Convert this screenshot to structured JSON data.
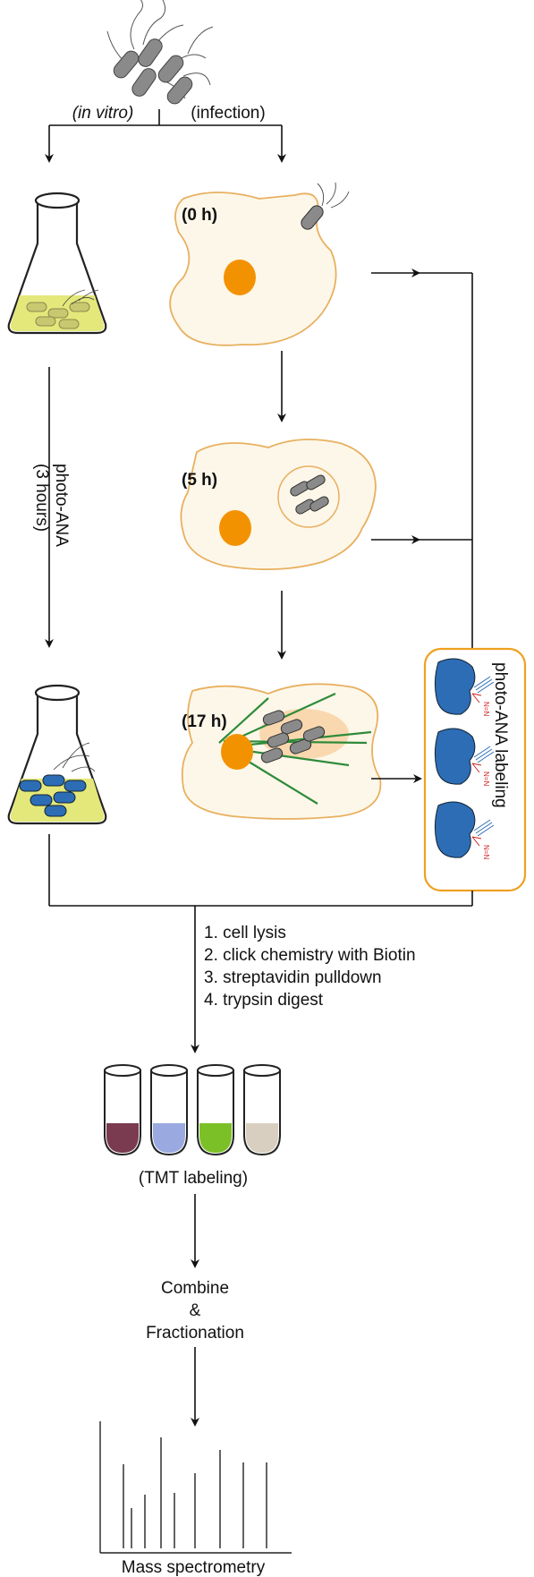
{
  "branch_labels": {
    "in_vitro": "(in vitro)",
    "infection": "(infection)"
  },
  "timepoints": {
    "t0": "(0 h)",
    "t5": "(5 h)",
    "t17": "(17 h)"
  },
  "in_vitro_treatment": {
    "line1": "photo-ANA",
    "line2": "(3 hours)"
  },
  "labeling_box_label": "photo-ANA labeling",
  "processing_steps": [
    "1. cell lysis",
    "2. click chemistry with Biotin",
    "3. streptavidin pulldown",
    "4. trypsin digest"
  ],
  "tmt_label": "(TMT labeling)",
  "combine": {
    "line1": "Combine",
    "line2": "&",
    "line3": "Fractionation"
  },
  "mass_spec_label": "Mass spectrometry",
  "azide_symbol": "N=N",
  "colors": {
    "bacteria_gray": "#8a8a8a",
    "bacteria_blue": "#2d6db5",
    "nucleus": "#f39200",
    "cell_fill": "#fdf7e9",
    "cell_outline": "#e8b060",
    "medium": "#e4e87a",
    "fiber_green": "#2e8b3a",
    "box_outline": "#f0a020",
    "tube1": "#7a3a50",
    "tube2": "#9aaae0",
    "tube3": "#7cc028",
    "tube4": "#d8cfc0"
  }
}
